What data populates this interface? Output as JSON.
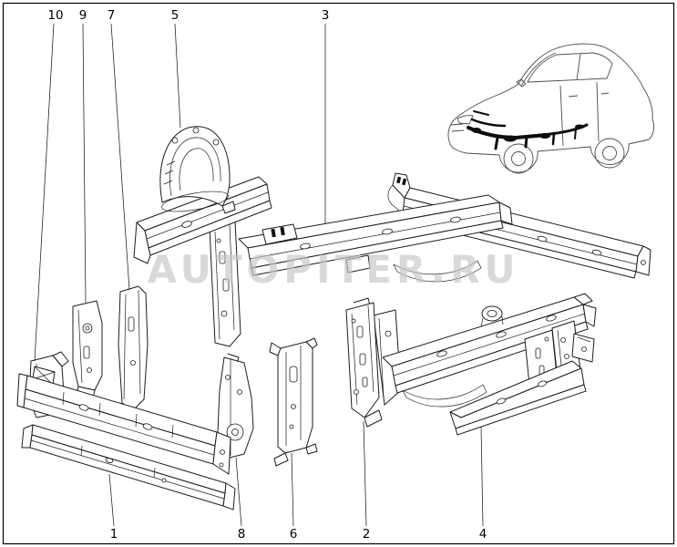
{
  "watermark": "AUTOPITER.RU",
  "callouts": {
    "top": [
      {
        "label": "10"
      },
      {
        "label": "9"
      },
      {
        "label": "7"
      },
      {
        "label": "5"
      },
      {
        "label": "3"
      }
    ],
    "bottom": [
      {
        "label": "1"
      },
      {
        "label": "8"
      },
      {
        "label": "6"
      },
      {
        "label": "2"
      },
      {
        "label": "4"
      }
    ]
  },
  "colors": {
    "background": "#ffffff",
    "line": "#1c1c1c",
    "border": "#000000",
    "watermark": "#c6c6c6",
    "car_outline": "#4a4a4a",
    "highlight": "#0d0d0d"
  }
}
